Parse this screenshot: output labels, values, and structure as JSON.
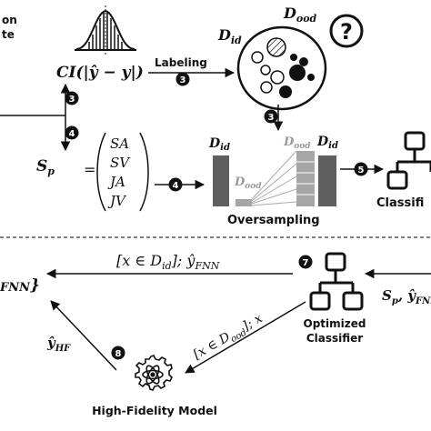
{
  "top_left_text": {
    "line1": "on",
    "line2": "te"
  },
  "labels": {
    "ci_formula": "CI(|ŷ − y|)",
    "labeling": "Labeling",
    "d_ood_top": "D",
    "d_ood_top_sub": "ood",
    "question": "?",
    "d_id_top": "D",
    "d_id_top_sub": "id",
    "s_p": "S",
    "s_p_sub": "p",
    "s_p_eq": "=",
    "sp_items": [
      "SA",
      "SV",
      "JA",
      "JV"
    ],
    "bar_d_id_left": "D",
    "bar_d_id_left_sub": "id",
    "bar_d_ood_small": "D",
    "bar_d_ood_small_sub": "ood",
    "bar_d_ood_right": "D",
    "bar_d_ood_right_sub": "ood",
    "bar_d_id_right": "D",
    "bar_d_id_right_sub": "id",
    "oversampling": "Oversampling",
    "classifier_top": "Classifi",
    "fnn_top": "[x ∈ D",
    "fnn_top_sub": "id",
    "fnn_top_tail": "]; ŷ",
    "fnn_top_tail_sub": "FNN",
    "left_fnn": "FNN",
    "left_brace": "}",
    "sp_right": "S",
    "sp_right_sub": "p",
    "sp_right_tail": ", ŷ",
    "sp_right_tail_sub": "FNN",
    "ood_diag": "[x ∈ D",
    "ood_diag_sub": "ood",
    "ood_diag_tail": "]; x",
    "optimized_1": "Optimized",
    "optimized_2": "Classifier",
    "y_hf": "ŷ",
    "y_hf_sub": "HF",
    "hf_model": "High-Fidelity Model"
  },
  "steps": {
    "s3a": "3",
    "s3b": "3",
    "s3c": "3",
    "s4a": "4",
    "s4b": "4",
    "s5": "5",
    "s7": "7",
    "s8": "8"
  },
  "icons": [
    "gaussian-curve-icon",
    "question-circle-icon",
    "network-classifier-icon",
    "gear-atom-icon"
  ],
  "colors": {
    "ink": "#111111",
    "bar_dark": "#5f5f5f",
    "bar_light": "#a6a6a6",
    "dashes": "#555555"
  }
}
